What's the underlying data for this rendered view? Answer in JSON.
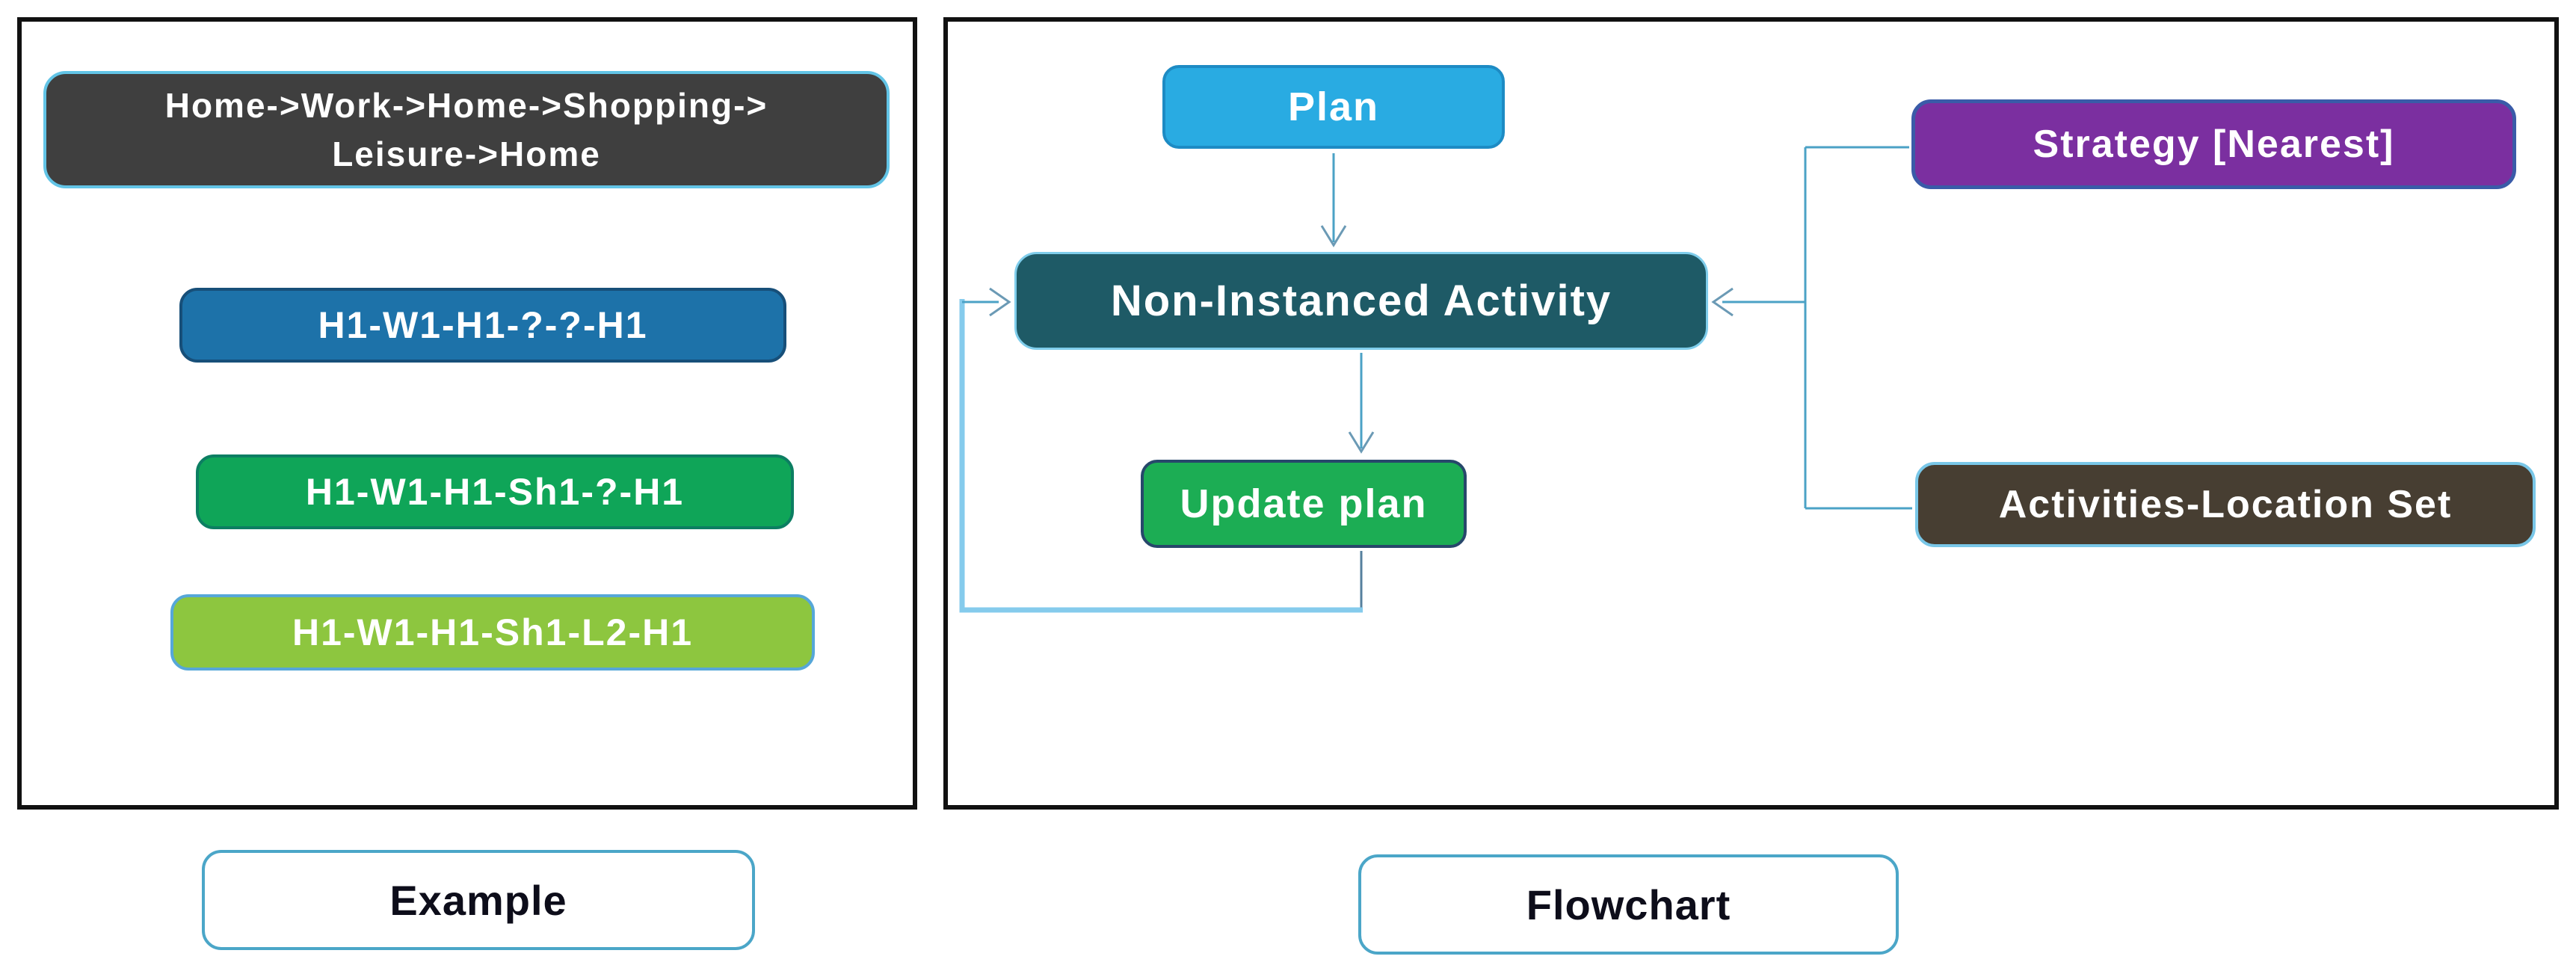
{
  "panels": {
    "example": {
      "label": "Example",
      "trip_box": {
        "line1": "Home->Work->Home->Shopping->",
        "line2": "Leisure->Home",
        "bg": "#3F3F3F",
        "border": "#62C4E6"
      },
      "pattern_boxes": [
        {
          "text": "H1-W1-H1-?-?-H1",
          "bg": "#1D72A9",
          "border": "#174F79"
        },
        {
          "text": "H1-W1-H1-Sh1-?-H1",
          "bg": "#0FA558",
          "border": "#0C7E62"
        },
        {
          "text": "H1-W1-H1-Sh1-L2-H1",
          "bg": "#8DC63F",
          "border": "#56A7D8"
        }
      ]
    },
    "flowchart": {
      "label": "Flowchart",
      "nodes": {
        "plan": {
          "text": "Plan",
          "bg": "#29ABE2",
          "border": "#1D8BC4"
        },
        "non_instanced": {
          "text": "Non-Instanced Activity",
          "bg": "#1E5A66",
          "border": "#7FCDEB"
        },
        "update_plan": {
          "text": "Update plan",
          "bg": "#1CAD54",
          "border": "#27476B"
        },
        "strategy": {
          "text": "Strategy [Nearest]",
          "bg": "#7B2FA0",
          "border": "#3A5BA8"
        },
        "activities": {
          "text": "Activities-Location Set",
          "bg": "#473E32",
          "border": "#79C7E8"
        }
      },
      "connector_color": "#4BA2C6",
      "loop_color": "#85CBEC",
      "loop_stub_color": "#56809E",
      "arrow_color": "#6B9AB5"
    }
  }
}
